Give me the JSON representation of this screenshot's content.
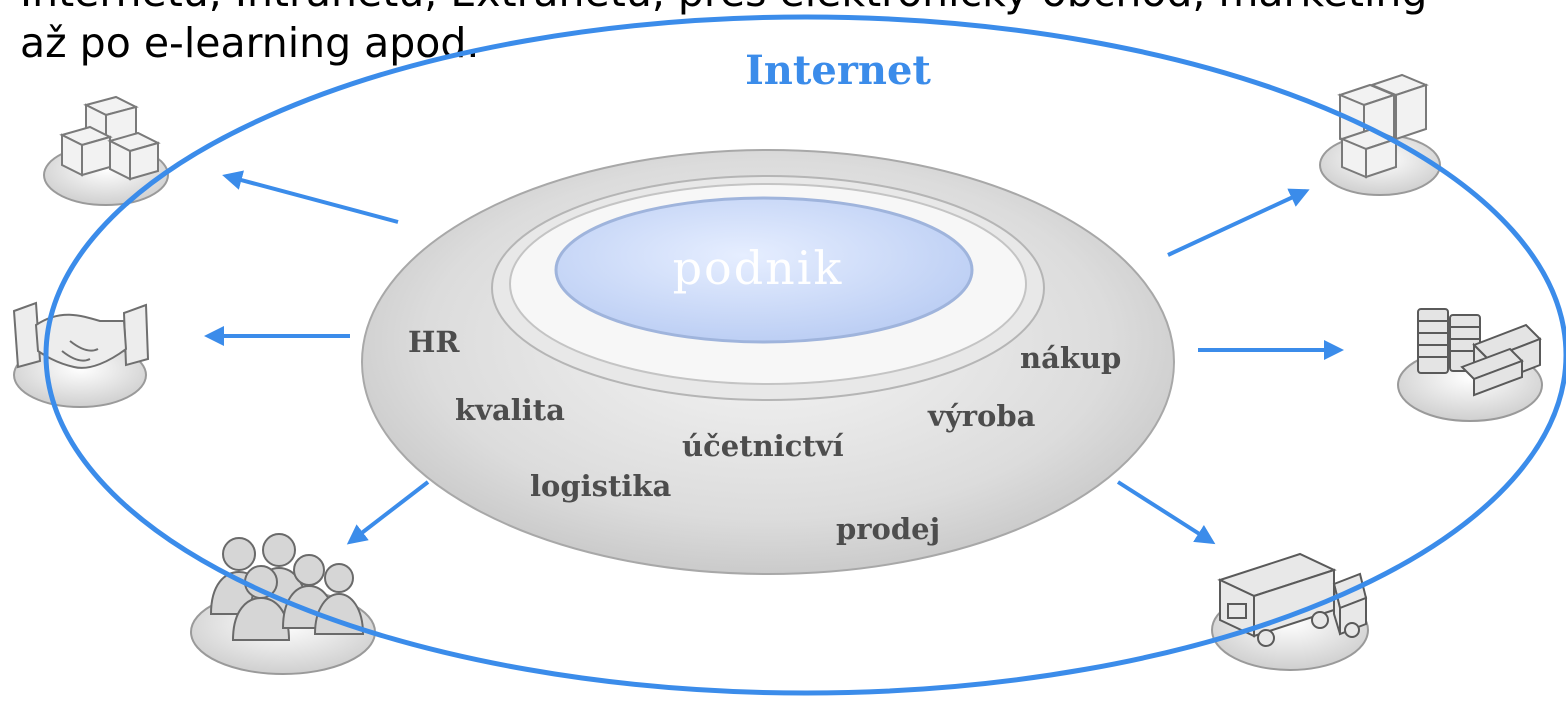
{
  "intro_text": {
    "line1": "Internetu, Intranetu, Extranetu, přes elektronický obchod, marketing",
    "line2": "až po e-learning apod."
  },
  "diagram": {
    "outer_label": "Internet",
    "core_label": "podnik",
    "departments": {
      "hr": "HR",
      "kvalita": "kvalita",
      "logistika": "logistika",
      "ucetnictvi": "účetnictví",
      "prodej": "prodej",
      "vyroba": "výroba",
      "nakup": "nákup"
    },
    "partners": [
      {
        "id": "suppliers-top-left",
        "icon": "boxes-icon"
      },
      {
        "id": "partners-handshake",
        "icon": "handshake-icon"
      },
      {
        "id": "employees",
        "icon": "people-icon"
      },
      {
        "id": "suppliers-top-right",
        "icon": "boxes-icon"
      },
      {
        "id": "finance",
        "icon": "coins-cards-icon"
      },
      {
        "id": "logistics",
        "icon": "truck-icon"
      }
    ],
    "colors": {
      "internet_ring": "#3b8cea",
      "internet_label": "#3b8cea",
      "arrows": "#3b8cea",
      "enterprise_disc": "#d8d8d8",
      "core_fill": "#c9d8f7",
      "department_text": "#4d4d4d"
    }
  }
}
